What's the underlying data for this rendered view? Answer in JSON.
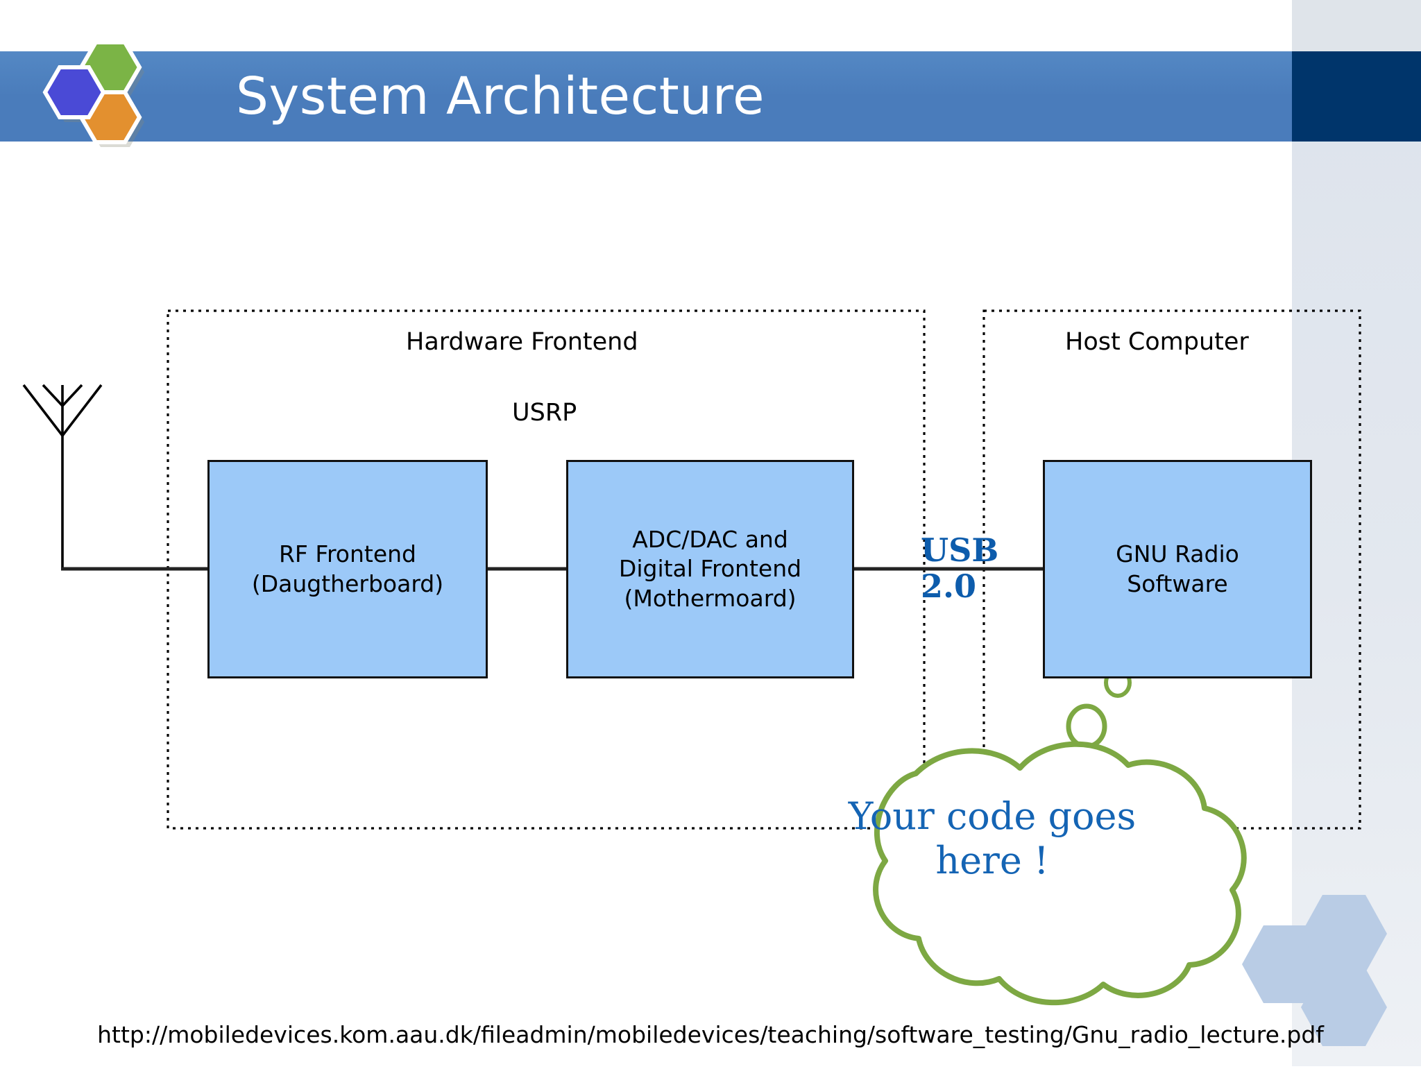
{
  "header": {
    "title": "System Architecture",
    "band_color": "#4a7cbb",
    "band_dark_color": "#00356b",
    "title_color": "#ffffff"
  },
  "logo": {
    "name": "hexagon-logo",
    "hex_blue": "#4a4ad6",
    "hex_green": "#7bb446",
    "hex_orange": "#e3902f"
  },
  "diagram": {
    "groups": [
      {
        "name": "hardware-frontend",
        "label": "Hardware Frontend"
      },
      {
        "name": "host-computer",
        "label": "Host Computer"
      }
    ],
    "usrp_label": "USRP",
    "boxes": [
      {
        "name": "rf-frontend",
        "label": "RF Frontend\n(Daugtherboard)"
      },
      {
        "name": "adc-dac",
        "label": "ADC/DAC and\nDigital Frontend\n(Mothermoard)"
      },
      {
        "name": "gnu-radio",
        "label": "GNU Radio\nSoftware"
      }
    ],
    "box_fill": "#9CC9F8",
    "box_border": "#111111",
    "connection_label": "USB\n2.0",
    "connection_label_color": "#0D5CAC",
    "antenna_name": "antenna-symbol",
    "cloud": {
      "text": "Your code goes\nhere !",
      "outline_color": "#7DA843",
      "text_color": "#1464B4"
    }
  },
  "footer": {
    "url": "http://mobiledevices.kom.aau.dk/fileadmin/mobiledevices/teaching/software_testing/Gnu_radio_lecture.pdf"
  },
  "decoration": {
    "corner_hexes_color": "#B9CCE5",
    "right_panel_color": "#e3e8ef"
  }
}
